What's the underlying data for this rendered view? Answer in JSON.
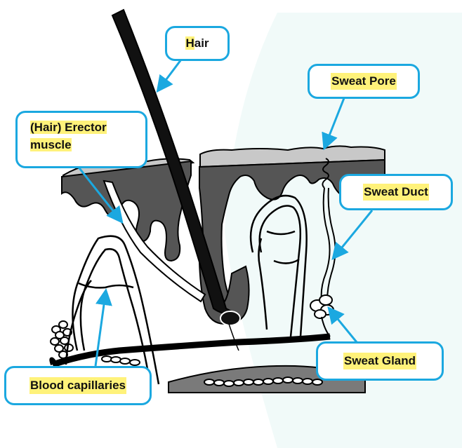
{
  "diagram": {
    "labels": {
      "hair": "Hair",
      "hair_first_letter": "H",
      "hair_rest": "air",
      "erector_line1": "(Hair) Erector",
      "erector_line2": "muscle",
      "sweat_pore": "Sweat Pore",
      "sweat_duct": "Sweat Duct",
      "sweat_gland": "Sweat Gland",
      "blood_capillaries": "Blood capillaries"
    },
    "colors": {
      "label_border": "#1ba8e0",
      "label_highlight": "#fff27a",
      "pointer_arrow": "#1ba8e0",
      "epidermis_top": "#c8c8c8",
      "dermis_dark": "#555555",
      "outline": "#000000",
      "background_panel": "#f1faf9"
    }
  }
}
